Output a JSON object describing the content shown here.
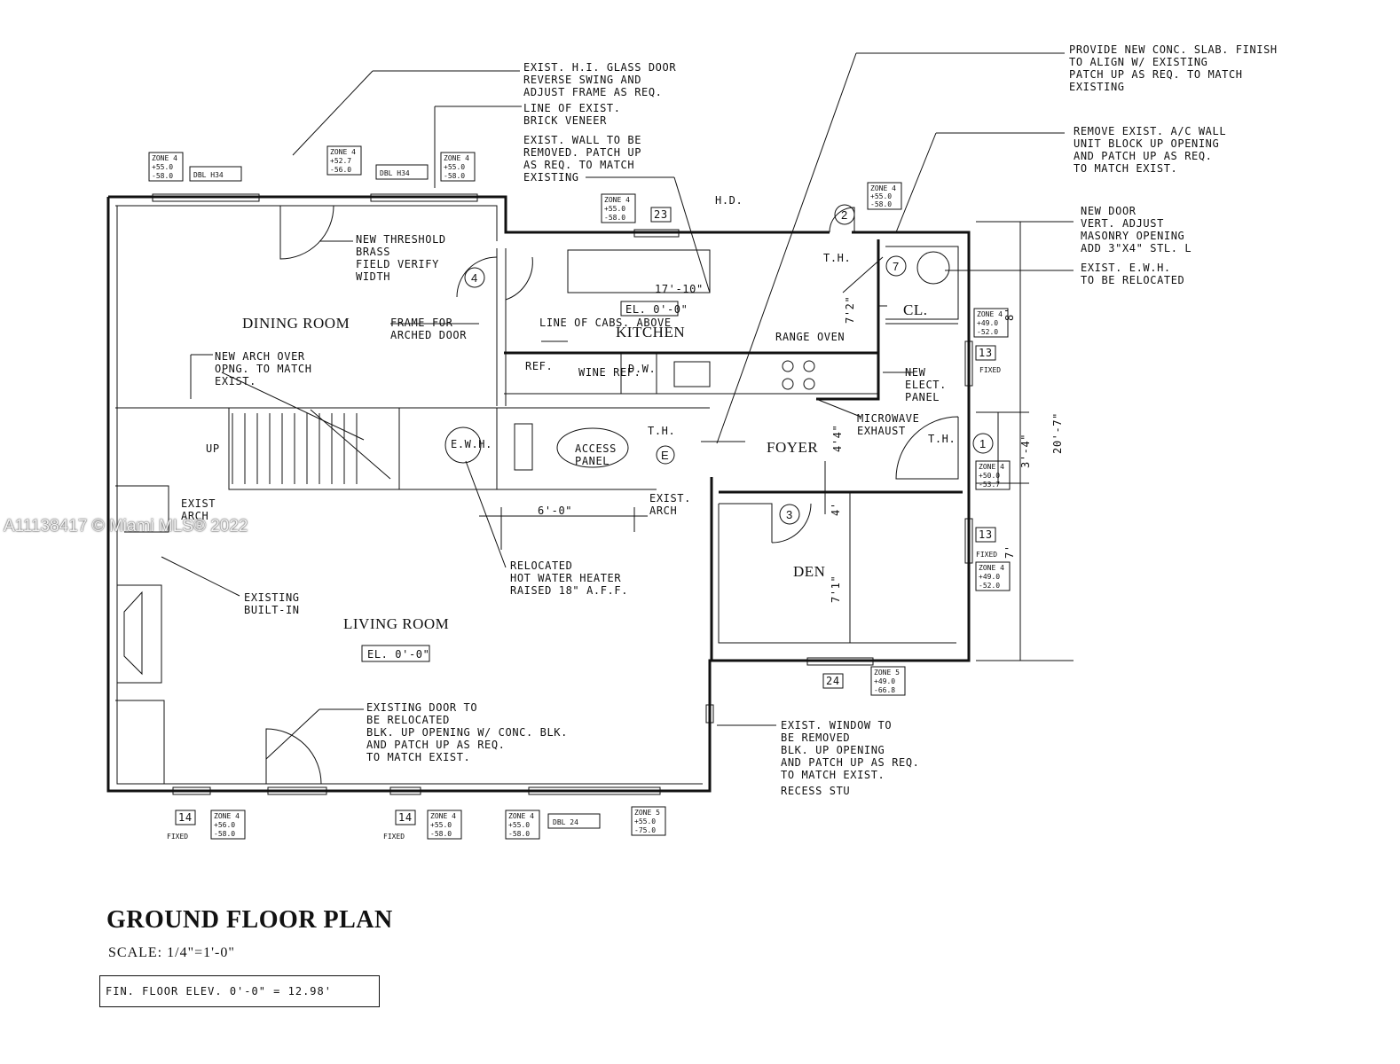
{
  "watermark": "A11138417 © Miami MLS® 2022",
  "title": "GROUND FLOOR PLAN",
  "scale": "SCALE: 1/4\"=1'-0\"",
  "finish_floor": "FIN. FLOOR ELEV. 0'-0\" = 12.98'",
  "rooms": {
    "dining": "DINING ROOM",
    "kitchen": "KITCHEN",
    "foyer": "FOYER",
    "den": "DEN",
    "living": "LIVING ROOM",
    "closet": "CL."
  },
  "elevations": {
    "kitchen": "EL. 0'-0\"",
    "living": "EL. 0'-0\""
  },
  "dimensions": {
    "kitchen_width": "17'-10\"",
    "hall_width": "6'-0\"",
    "closet_depth": "7'2\"",
    "foyer_depth": "4'4\"",
    "den_depth": "7'1\"",
    "den_small": "4'",
    "overall_right": "20'-7\"",
    "right_seg": "3'-4\"",
    "right_small_1": "8'",
    "right_small_2": "7'"
  },
  "fixtures": {
    "ref": "REF.",
    "wine_ref": "WINE REF.",
    "dw": "D.W.",
    "range_oven": "RANGE OVEN",
    "ewh": "E.W.H.",
    "up": "UP",
    "hd": "H.D.",
    "th": "T.H.",
    "e": "E",
    "line_cabs": "LINE OF CABS. ABOVE"
  },
  "door_marks": [
    "1",
    "2",
    "3",
    "4",
    "7"
  ],
  "window_tags": {
    "dbl_h34_1": "DBL H34",
    "dbl_h34_2": "DBL H34",
    "dbl_24": "DBL 24",
    "n23": "23",
    "n24": "24",
    "n13a": "13",
    "n13b": "13",
    "n14a": "14",
    "n14b": "14",
    "fixed": "FIXED"
  },
  "zones": {
    "z1": [
      "ZONE 4",
      "+55.0",
      "-58.0"
    ],
    "z2": [
      "ZONE 4",
      "+52.7",
      "-56.0"
    ],
    "z3": [
      "ZONE 4",
      "+55.0",
      "-58.0"
    ],
    "z4": [
      "ZONE 4",
      "+55.0",
      "-58.0"
    ],
    "z5": [
      "ZONE 4",
      "+55.0",
      "-58.0"
    ],
    "z6": [
      "ZONE 4",
      "+49.0",
      "-52.0"
    ],
    "z7": [
      "ZONE 4",
      "+50.0",
      "-53.7"
    ],
    "z8": [
      "ZONE 4",
      "+49.0",
      "-52.0"
    ],
    "z9": [
      "ZONE 5",
      "+49.0",
      "-66.8"
    ],
    "z10": [
      "ZONE 4",
      "+56.0",
      "-58.0"
    ],
    "z11": [
      "ZONE 4",
      "+55.0",
      "-58.0"
    ],
    "z12": [
      "ZONE 4",
      "+55.0",
      "-58.0"
    ],
    "z13": [
      "ZONE 5",
      "+55.0",
      "-75.0"
    ]
  },
  "notes": {
    "glass_door": [
      "EXIST. H.I. GLASS DOOR",
      "REVERSE SWING AND",
      "ADJUST FRAME AS REQ."
    ],
    "brick": [
      "LINE OF EXIST.",
      "BRICK VENEER"
    ],
    "wall_removed": [
      "EXIST. WALL TO BE",
      "REMOVED. PATCH UP",
      "AS REQ. TO MATCH",
      "EXISTING"
    ],
    "slab": [
      "PROVIDE NEW CONC. SLAB. FINISH",
      "TO ALIGN W/ EXISTING",
      "PATCH UP AS REQ. TO MATCH",
      "EXISTING"
    ],
    "ac_wall": [
      "REMOVE EXIST. A/C WALL",
      "UNIT BLOCK UP OPENING",
      "AND PATCH UP AS REQ.",
      "TO MATCH EXIST."
    ],
    "new_door": [
      "NEW DOOR",
      "VERT. ADJUST",
      "MASONRY OPENING",
      "ADD 3\"X4\" STL. L"
    ],
    "ewh_reloc": [
      "EXIST. E.W.H.",
      "TO BE RELOCATED"
    ],
    "threshold": [
      "NEW THRESHOLD",
      "BRASS",
      "FIELD VERIFY",
      "WIDTH"
    ],
    "frame_arch": [
      "FRAME FOR",
      "ARCHED DOOR"
    ],
    "new_arch": [
      "NEW ARCH OVER",
      "OPNG. TO MATCH",
      "EXIST."
    ],
    "elect_panel": [
      "NEW",
      "ELECT.",
      "PANEL"
    ],
    "microwave": [
      "MICROWAVE",
      "EXHAUST"
    ],
    "access_panel": [
      "ACCESS",
      "PANEL"
    ],
    "exist_arch_l": [
      "EXIST",
      "ARCH"
    ],
    "exist_arch_r": [
      "EXIST.",
      "ARCH"
    ],
    "hot_water": [
      "RELOCATED",
      "HOT WATER HEATER",
      "RAISED 18\" A.F.F."
    ],
    "built_in": [
      "EXISTING",
      "BUILT-IN"
    ],
    "door_reloc": [
      "EXISTING DOOR TO",
      "BE RELOCATED",
      "BLK. UP OPENING W/ CONC. BLK.",
      "AND PATCH UP AS REQ.",
      "TO MATCH EXIST."
    ],
    "window_removed": [
      "EXIST. WINDOW TO",
      "BE REMOVED",
      "BLK. UP OPENING",
      "AND PATCH UP AS REQ.",
      "TO MATCH EXIST.",
      "RECESS STU"
    ]
  }
}
